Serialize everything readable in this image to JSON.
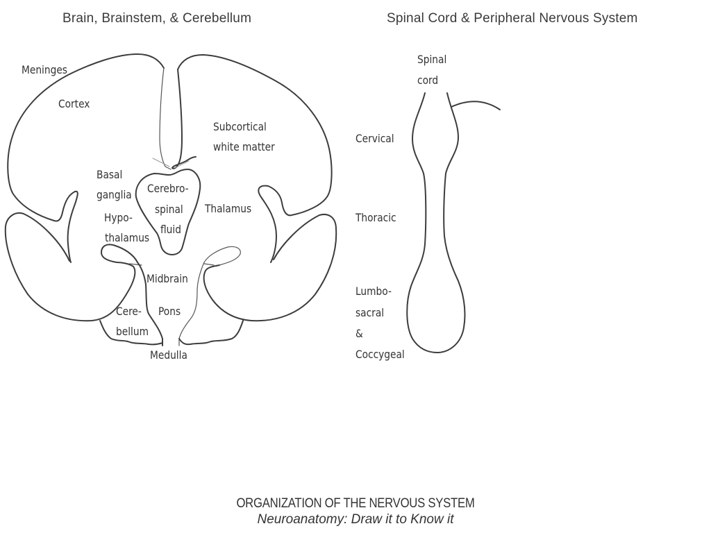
{
  "titles": {
    "brain": "Brain, Brainstem, & Cerebellum",
    "spinal": "Spinal Cord & Peripheral Nervous System"
  },
  "brain_labels": {
    "meninges": "Meninges",
    "cortex": "Cortex",
    "subcortical_line1": "Subcortical",
    "subcortical_line2": "white matter",
    "basal_line1": "Basal",
    "basal_line2": "ganglia",
    "hypo_line1": "Hypo-",
    "hypo_line2": "thalamus",
    "csf_line1": "Cerebro-",
    "csf_line2": "spinal",
    "csf_line3": "fluid",
    "thalamus": "Thalamus",
    "midbrain": "Midbrain",
    "pons": "Pons",
    "cerebellum_line1": "Cere-",
    "cerebellum_line2": "bellum",
    "medulla": "Medulla"
  },
  "spinal_labels": {
    "spinal_cord_line1": "Spinal",
    "spinal_cord_line2": "cord",
    "cervical": "Cervical",
    "thoracic": "Thoracic",
    "lumbo_line1": "Lumbo-",
    "lumbo_line2": "sacral",
    "lumbo_line3": "&",
    "lumbo_line4": "Coccygeal"
  },
  "footer": {
    "title": "ORGANIZATION OF THE NERVOUS SYSTEM",
    "subtitle": "Neuroanatomy: Draw it to Know it"
  },
  "colors": {
    "ink": "#3c3c3c",
    "background": "#ffffff"
  }
}
